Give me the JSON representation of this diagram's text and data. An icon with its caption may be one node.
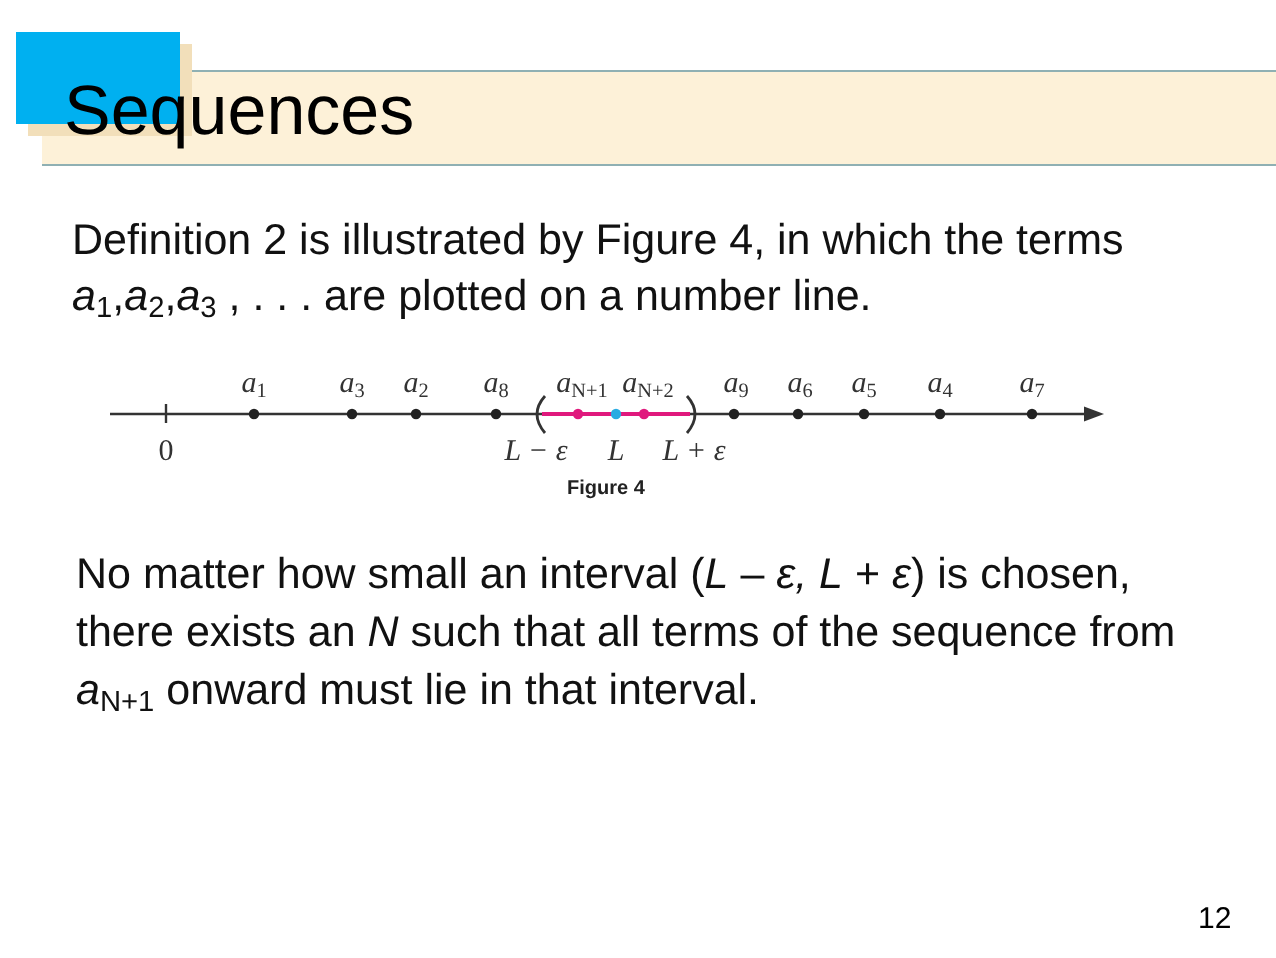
{
  "diagram": {
    "title": "Sequences",
    "caption": "Figure 4",
    "labels": [
      "Definition 2 is illustrated by Figure 4, in which the terms *a*$_{1}$,*a*$_{2}$,*a*$_{3}$ , . . . are plotted on a number line.",
      "*a*$_{1}$",
      "*a*$_{3}$",
      "*a*$_{2}$",
      "*a*$_{8}$",
      "*a*$_{N+1}$",
      "*a*$_{N+2}$",
      "*a*$_{9}$",
      "*a*$_{6}$",
      "*a*$_{5}$",
      "*a*$_{4}$",
      "*a*$_{7}$",
      "0",
      "L − ε",
      "L",
      "L + ε",
      "No matter how small an interval (*L* – *ε, L* + *ε*) is chosen, there exists an *N* such that all terms of the sequence from *a*$_{N+1}$ onward must lie in that interval.",
      "12"
    ]
  }
}
